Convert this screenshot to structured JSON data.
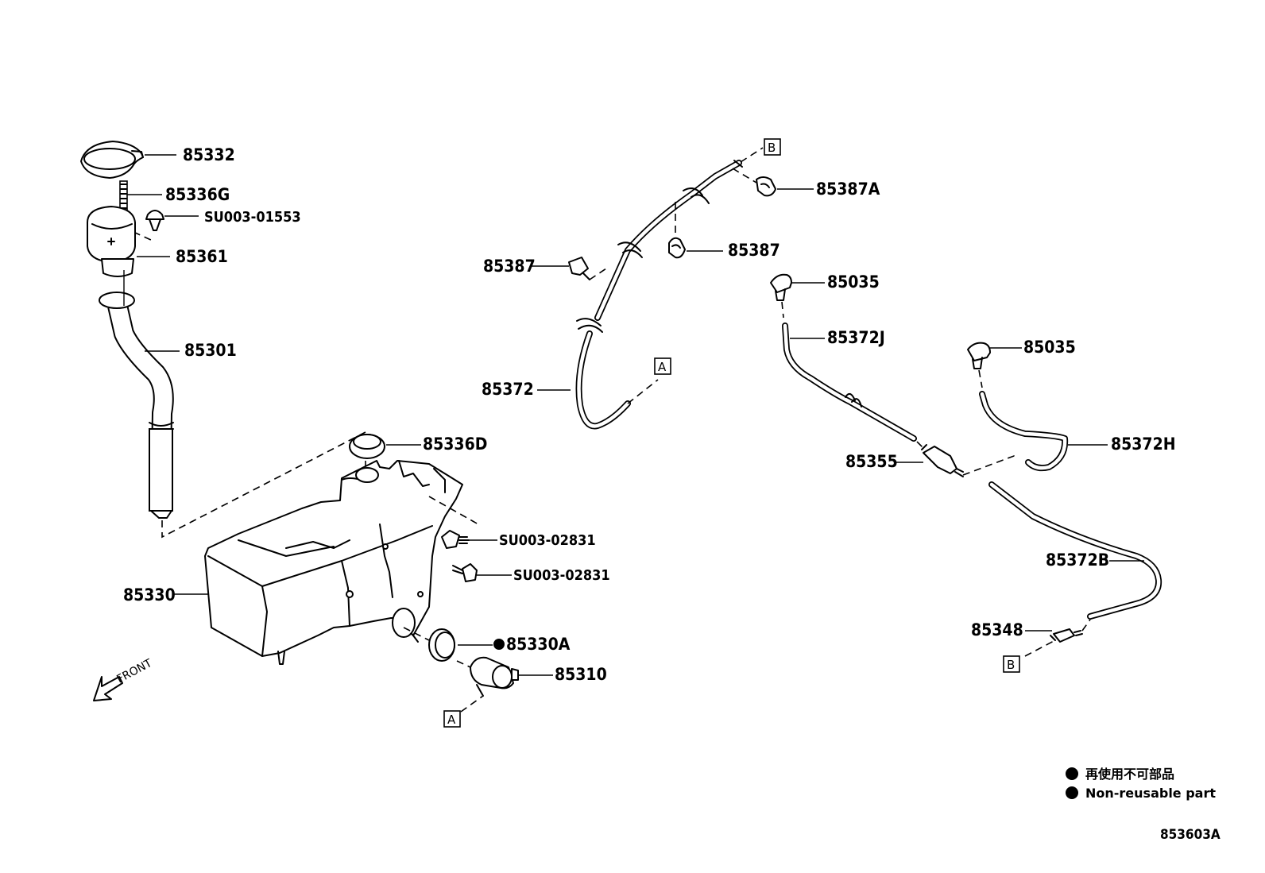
{
  "labels": {
    "cap": "85332",
    "filter": "85336G",
    "clip_a": "SU003-01553",
    "inlet": "85361",
    "filler_pipe": "85301",
    "grommet_top": "85336D",
    "tank": "85330",
    "bolt_1": "SU003-02831",
    "bolt_2": "SU003-02831",
    "seal": "85330A",
    "motor": "85310",
    "clamp_b": "85387A",
    "clamp_right": "85387",
    "clamp_left": "85387",
    "hose_main": "85372",
    "nozzle_1": "85035",
    "hose_j": "85372J",
    "nozzle_2": "85035",
    "joint": "85355",
    "hose_h": "85372H",
    "hose_b": "85372B",
    "check_valve": "85348"
  },
  "refs": {
    "a": "A",
    "b": "B"
  },
  "front": "FRONT",
  "legend": {
    "jp": "再使用不可部品",
    "en": "Non-reusable part"
  },
  "diagram_code": "853603A"
}
